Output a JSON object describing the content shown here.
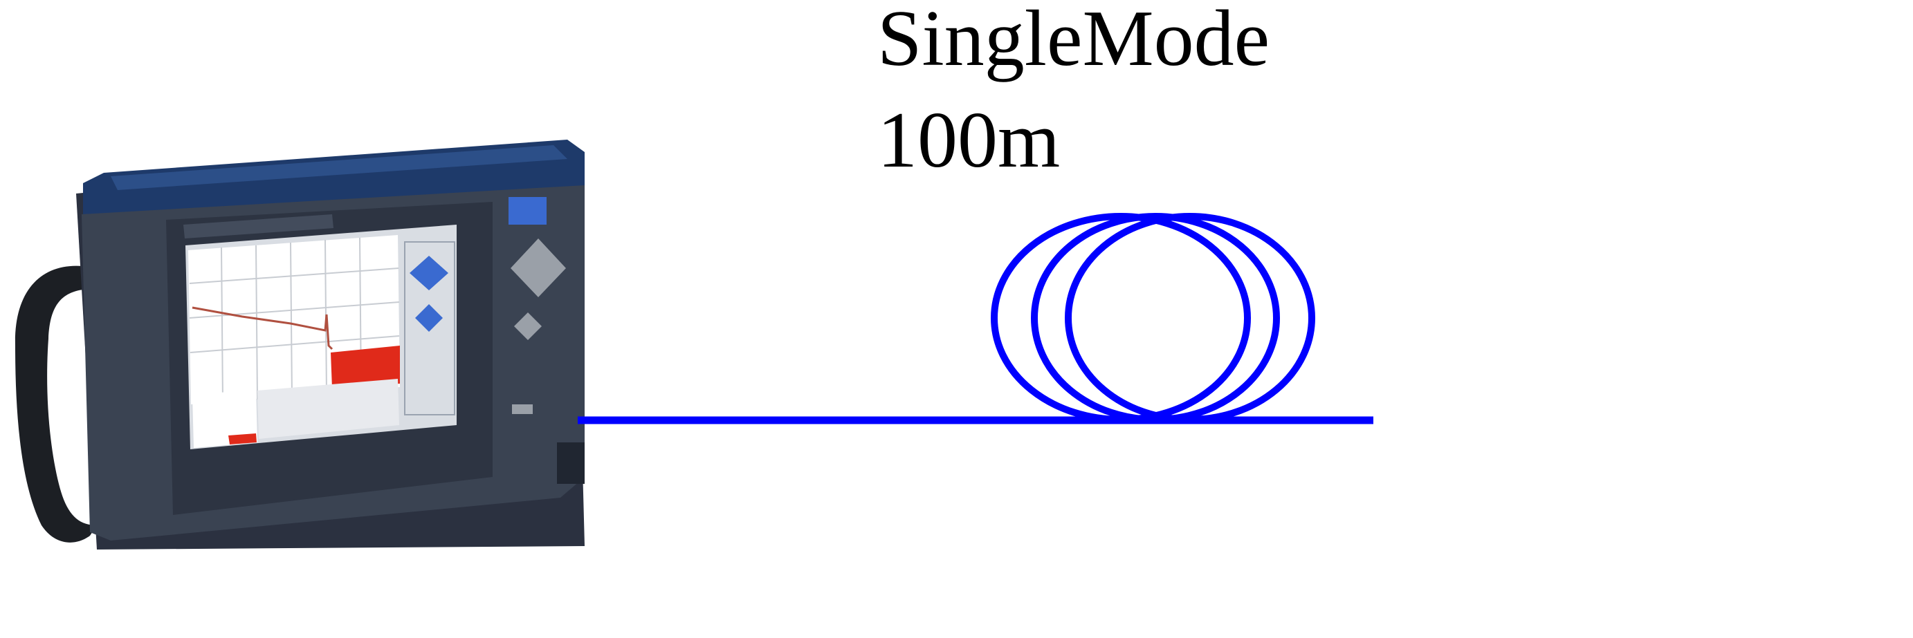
{
  "labels": {
    "fiber_type": "SingleMode",
    "fiber_length": "100m"
  },
  "colors": {
    "fiber": "#0000ff",
    "device_body": "#3a4352",
    "device_top": "#1e3a6a",
    "screen_bg": "#ffffff",
    "trace_red": "#e02a1a"
  },
  "icons": {
    "device": "otdr-handheld-tester",
    "fiber": "fiber-spool-coil"
  }
}
